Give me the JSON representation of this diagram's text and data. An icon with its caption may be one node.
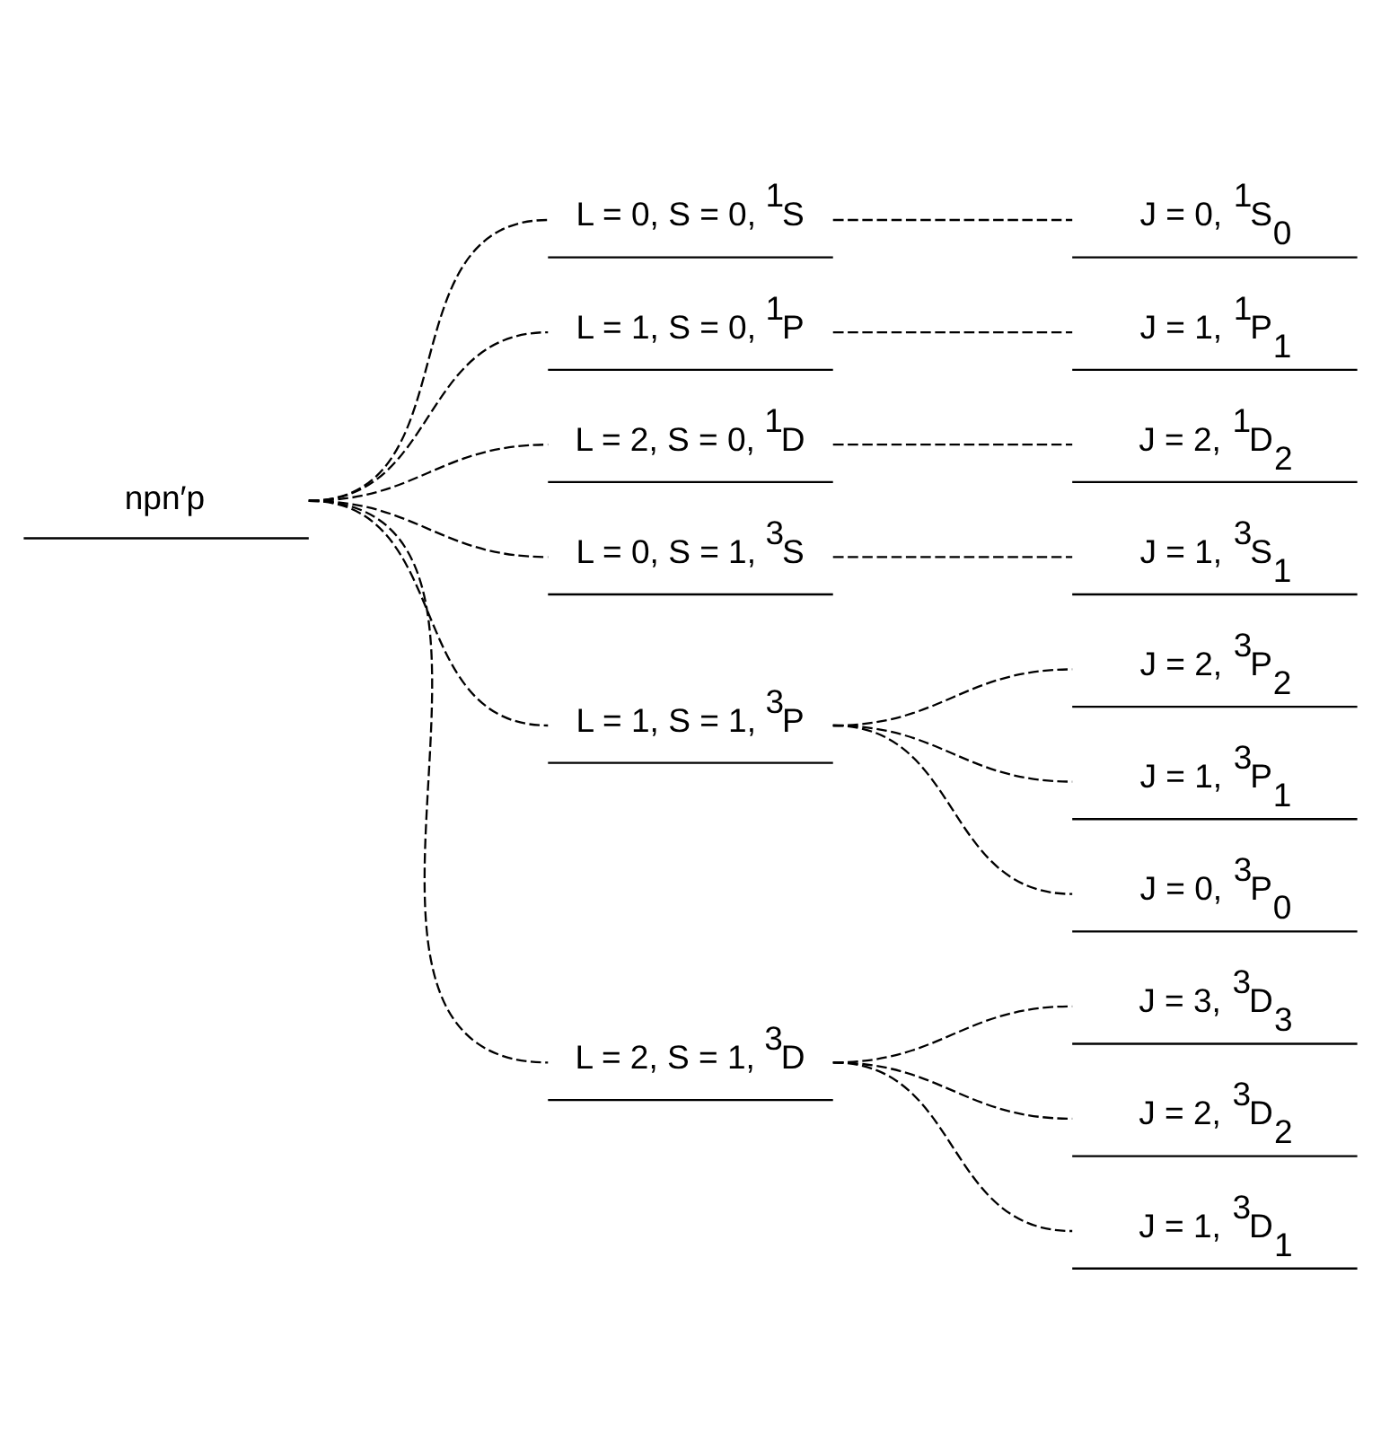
{
  "diagram": {
    "nodes": [
      {
        "text": [
          "npn′p"
        ]
      },
      {
        "text": [
          "L = 0, S = 0, $^{1}$S"
        ]
      },
      {
        "text": [
          "L = 1, S = 0, $^{1}$P"
        ]
      },
      {
        "text": [
          "L = 2, S = 0, $^{1}$D"
        ]
      },
      {
        "text": [
          "L = 0, S = 1, $^{3}$S"
        ]
      },
      {
        "text": [
          "L = 1, S = 1, $^{3}$P"
        ]
      },
      {
        "text": [
          "L = 2, S = 1, $^{3}$D"
        ]
      },
      {
        "text": [
          "J = 0, $^{1}$S$_{0}$"
        ]
      },
      {
        "text": [
          "J = 1, $^{1}$P$_{1}$"
        ]
      },
      {
        "text": [
          "J = 2, $^{1}$D$_{2}$"
        ]
      },
      {
        "text": [
          "J = 1, $^{3}$S$_{1}$"
        ]
      },
      {
        "text": [
          "J = 2, $^{3}$P$_{2}$"
        ]
      },
      {
        "text": [
          "J = 1, $^{3}$P$_{1}$"
        ]
      },
      {
        "text": [
          "J = 0, $^{3}$P$_{0}$"
        ]
      },
      {
        "text": [
          "J = 3, $^{3}$D$_{3}$"
        ]
      },
      {
        "text": [
          "J = 2, $^{3}$D$_{2}$"
        ]
      },
      {
        "text": [
          "J = 1, $^{3}$D$_{1}$"
        ]
      }
    ],
    "edges": [
      {
        "from": 0,
        "to": 1,
        "arrow": "none",
        "style": "dashed"
      },
      {
        "from": 0,
        "to": 2,
        "arrow": "none",
        "style": "dashed"
      },
      {
        "from": 0,
        "to": 3,
        "arrow": "none",
        "style": "dashed"
      },
      {
        "from": 0,
        "to": 4,
        "arrow": "none",
        "style": "dashed"
      },
      {
        "from": 0,
        "to": 5,
        "arrow": "none",
        "style": "dashed"
      },
      {
        "from": 0,
        "to": 6,
        "arrow": "none",
        "style": "dashed"
      },
      {
        "from": 1,
        "to": 7,
        "arrow": "none",
        "style": "dashed"
      },
      {
        "from": 2,
        "to": 8,
        "arrow": "none",
        "style": "dashed"
      },
      {
        "from": 3,
        "to": 9,
        "arrow": "none",
        "style": "dashed"
      },
      {
        "from": 4,
        "to": 10,
        "arrow": "none",
        "style": "dashed"
      },
      {
        "from": 5,
        "to": 11,
        "arrow": "none",
        "style": "dashed"
      },
      {
        "from": 5,
        "to": 12,
        "arrow": "none",
        "style": "dashed"
      },
      {
        "from": 5,
        "to": 13,
        "arrow": "none",
        "style": "dashed"
      },
      {
        "from": 6,
        "to": 14,
        "arrow": "none",
        "style": "dashed"
      },
      {
        "from": 6,
        "to": 15,
        "arrow": "none",
        "style": "dashed"
      },
      {
        "from": 6,
        "to": 16,
        "arrow": "none",
        "style": "dashed"
      }
    ]
  }
}
